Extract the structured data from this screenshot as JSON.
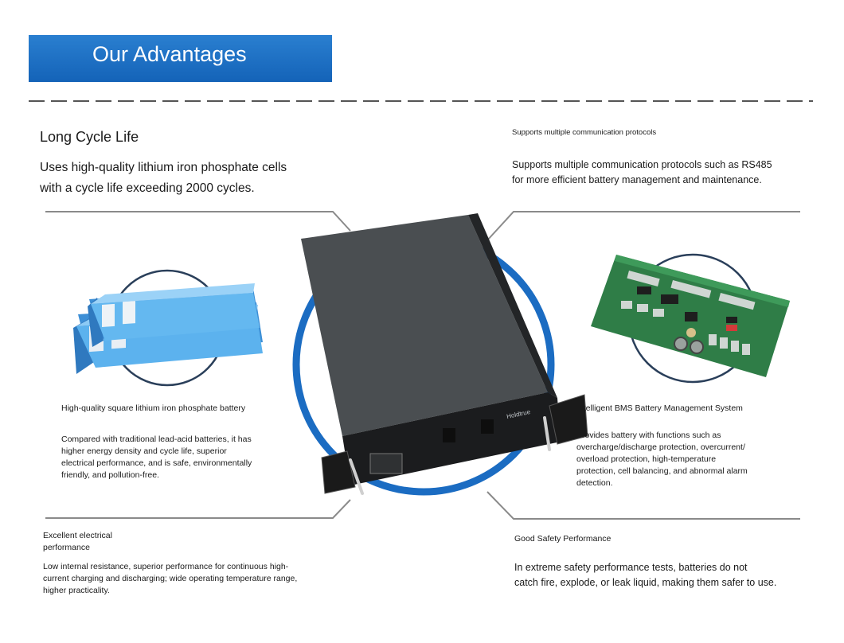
{
  "banner": {
    "title": "Our Advantages"
  },
  "features": {
    "cycle_life": {
      "title": "Long Cycle Life",
      "desc_lines": [
        "Uses high-quality lithium iron phosphate cells",
        "with a cycle life exceeding 2000 cycles."
      ]
    },
    "communication": {
      "title": "Supports multiple communication protocols",
      "desc_lines": [
        "Supports multiple communication protocols such as RS485",
        "for more efficient battery management and maintenance."
      ]
    },
    "battery_cells": {
      "title": "High-quality square lithium iron phosphate battery",
      "desc_lines": [
        "Compared with traditional lead-acid batteries, it has",
        "higher energy density and cycle life, superior",
        "electrical performance, and is safe, environmentally",
        "friendly, and pollution-free."
      ]
    },
    "bms": {
      "title": "Intelligent BMS Battery Management System",
      "desc_lines": [
        "Provides battery with functions such as",
        "overcharge/discharge protection, overcurrent/",
        "overload protection, high-temperature",
        "protection, cell balancing, and abnormal alarm",
        "detection."
      ]
    },
    "electrical": {
      "title_lines": [
        "Excellent electrical",
        "performance"
      ],
      "desc_lines": [
        "Low internal resistance, superior performance for continuous high-",
        "current charging and discharging; wide operating temperature range,",
        "higher practicality."
      ]
    },
    "safety": {
      "title": "Good Safety Performance",
      "desc_lines": [
        "In extreme safety performance tests, batteries do not",
        "catch fire, explode, or leak liquid, making them safer to use."
      ]
    }
  },
  "product": {
    "brand_label": "Holdtrue"
  },
  "colors": {
    "banner": "#1a6fc4",
    "ring": "#1b6cc2",
    "cell_blue": "#4aa3e6",
    "pcb_green": "#2f7d47",
    "case_dark": "#2c2f31"
  }
}
